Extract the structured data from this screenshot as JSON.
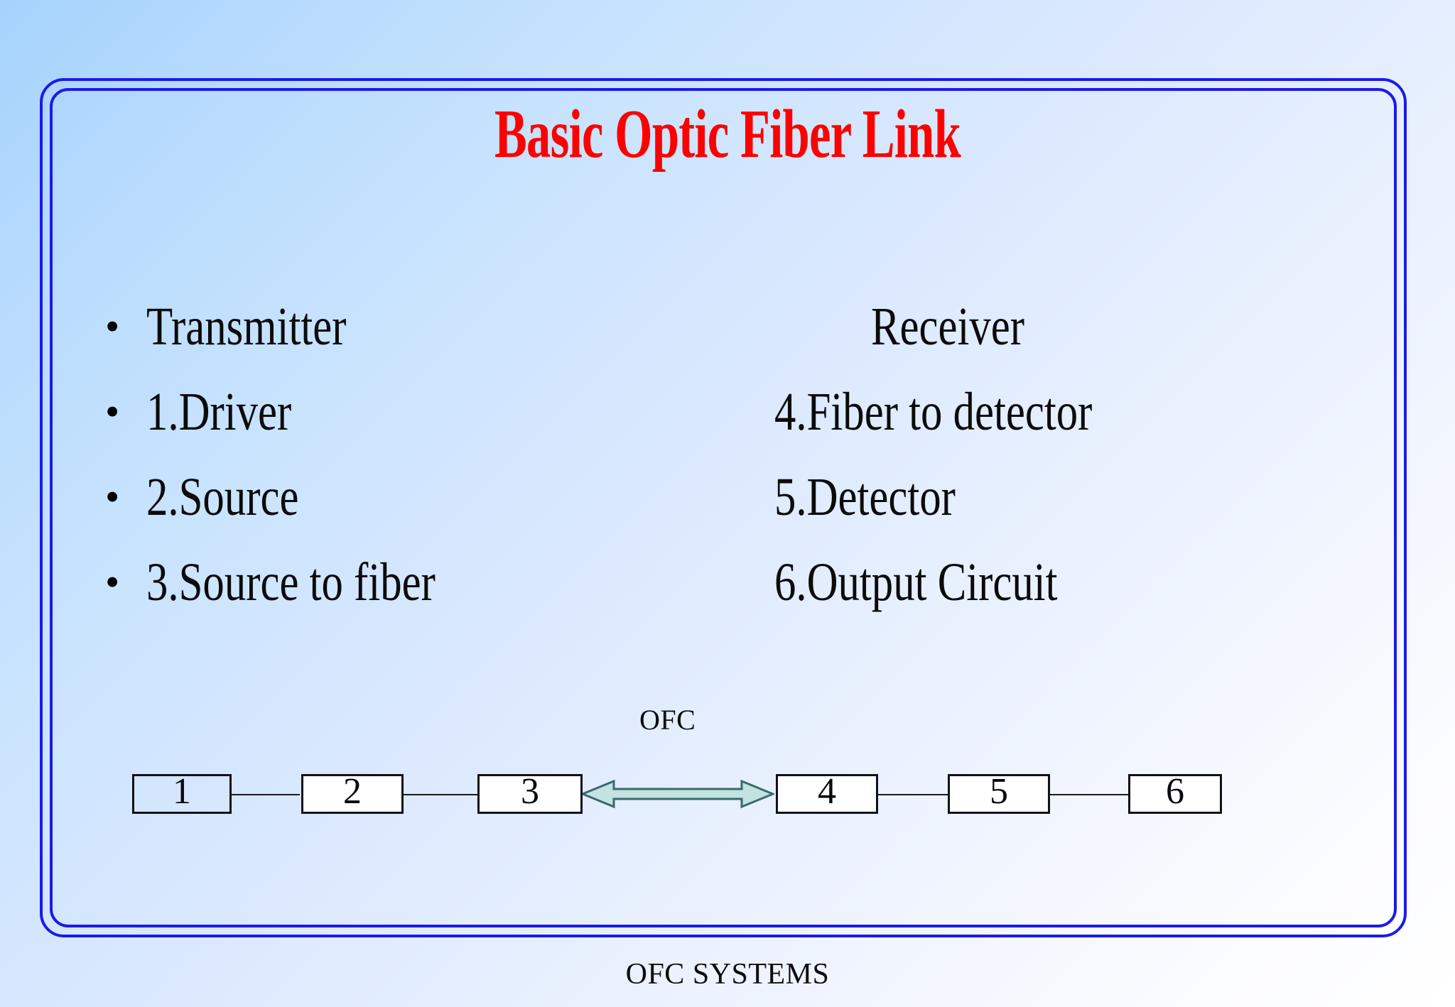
{
  "slide": {
    "title": "Basic Optic Fiber Link",
    "title_color": "#FE0000",
    "frame_color": "#1A1AEE",
    "background_from": "#A6D2FC",
    "background_to": "#FFFFFF",
    "footer": "OFC SYSTEMS"
  },
  "left_column": {
    "heading": "Transmitter",
    "items": [
      "1.Driver",
      "2.Source",
      "3.Source to fiber"
    ]
  },
  "right_column": {
    "heading": "Receiver",
    "items": [
      "4.Fiber to detector",
      "5.Detector",
      "6.Output Circuit"
    ]
  },
  "diagram": {
    "link_label": "OFC",
    "arrow_fill": "#C3E2E2",
    "arrow_stroke": "#3A6A6A",
    "node_border": "#111118",
    "nodes": [
      {
        "label": "1"
      },
      {
        "label": "2"
      },
      {
        "label": "3"
      },
      {
        "label": "4"
      },
      {
        "label": "5"
      },
      {
        "label": "6"
      }
    ]
  }
}
